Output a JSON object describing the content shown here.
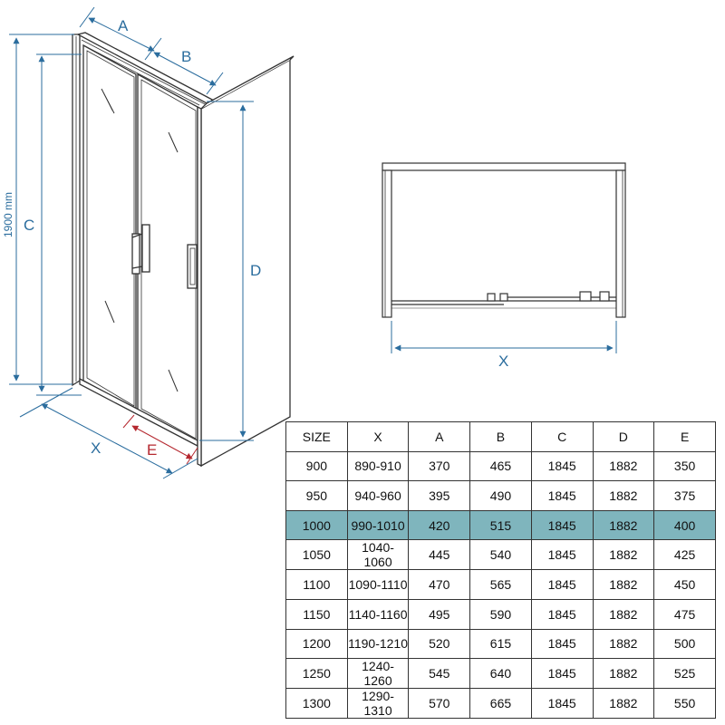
{
  "labels": {
    "A": "A",
    "B": "B",
    "C": "C",
    "D": "D",
    "E": "E",
    "X_main": "X",
    "X_plan": "X",
    "height": "1900 mm"
  },
  "table": {
    "headers": [
      "SIZE",
      "X",
      "A",
      "B",
      "C",
      "D",
      "E"
    ],
    "rows": [
      [
        "900",
        "890-910",
        "370",
        "465",
        "1845",
        "1882",
        "350"
      ],
      [
        "950",
        "940-960",
        "395",
        "490",
        "1845",
        "1882",
        "375"
      ],
      [
        "1000",
        "990-1010",
        "420",
        "515",
        "1845",
        "1882",
        "400"
      ],
      [
        "1050",
        "1040-1060",
        "445",
        "540",
        "1845",
        "1882",
        "425"
      ],
      [
        "1100",
        "1090-1110",
        "470",
        "565",
        "1845",
        "1882",
        "450"
      ],
      [
        "1150",
        "1140-1160",
        "495",
        "590",
        "1845",
        "1882",
        "475"
      ],
      [
        "1200",
        "1190-1210",
        "520",
        "615",
        "1845",
        "1882",
        "500"
      ],
      [
        "1250",
        "1240-1260",
        "545",
        "640",
        "1845",
        "1882",
        "525"
      ],
      [
        "1300",
        "1290-1310",
        "570",
        "665",
        "1845",
        "1882",
        "550"
      ]
    ],
    "highlight_row": 2
  },
  "colors": {
    "dimension": "#2b6d9e",
    "highlight_dim": "#b5282f",
    "highlight_row": "#7fb5bd",
    "line": "#333333"
  }
}
